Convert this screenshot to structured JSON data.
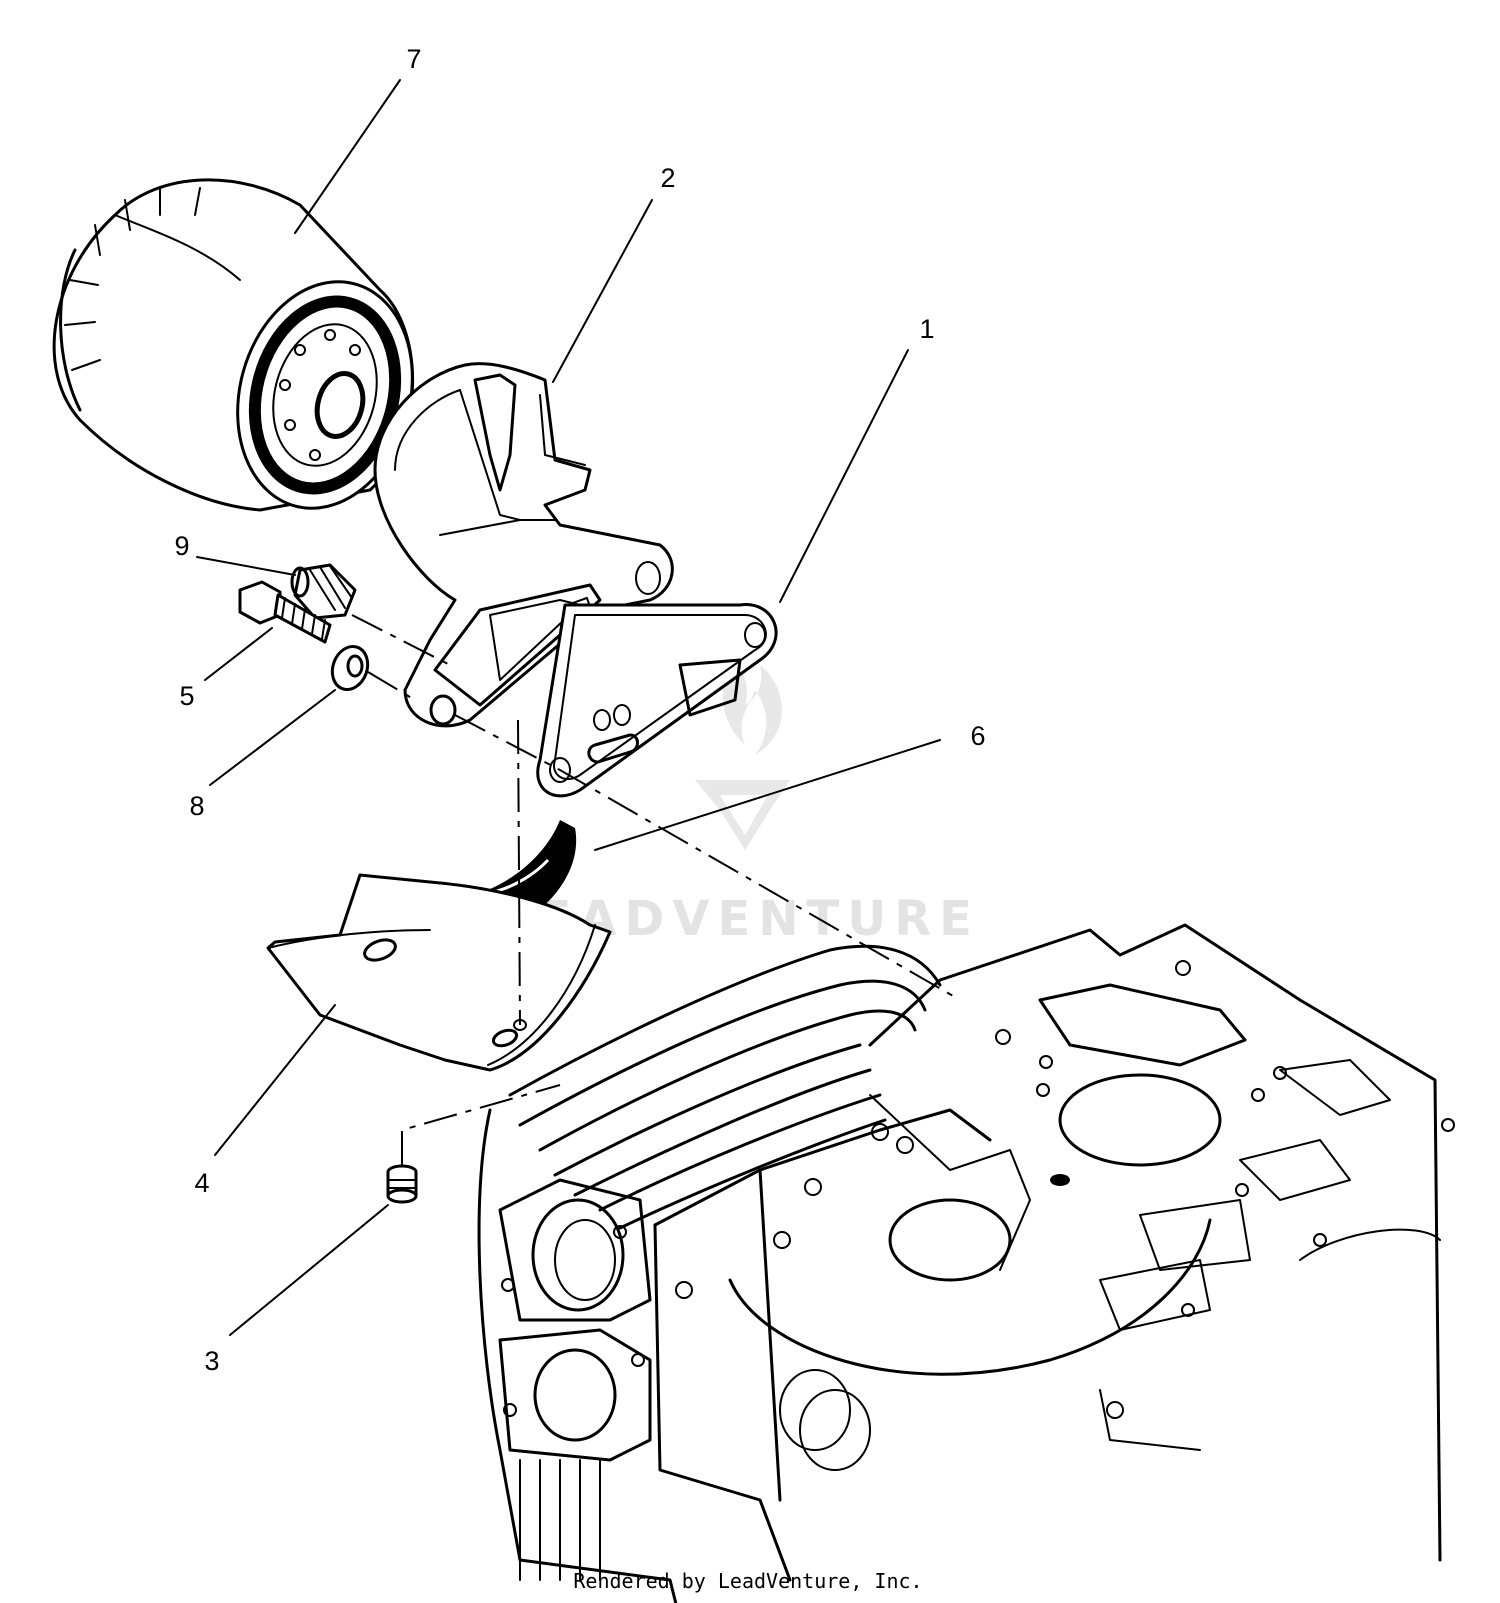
{
  "callouts": [
    {
      "id": "1",
      "label": "1"
    },
    {
      "id": "2",
      "label": "2"
    },
    {
      "id": "3",
      "label": "3"
    },
    {
      "id": "4",
      "label": "4"
    },
    {
      "id": "5",
      "label": "5"
    },
    {
      "id": "6",
      "label": "6"
    },
    {
      "id": "7",
      "label": "7"
    },
    {
      "id": "8",
      "label": "8"
    },
    {
      "id": "9",
      "label": "9"
    }
  ],
  "watermark": {
    "text": "LEADVENTURE",
    "icon": "leadventure-flame-logo"
  },
  "footer": {
    "text": "Rendered by LeadVenture, Inc."
  }
}
